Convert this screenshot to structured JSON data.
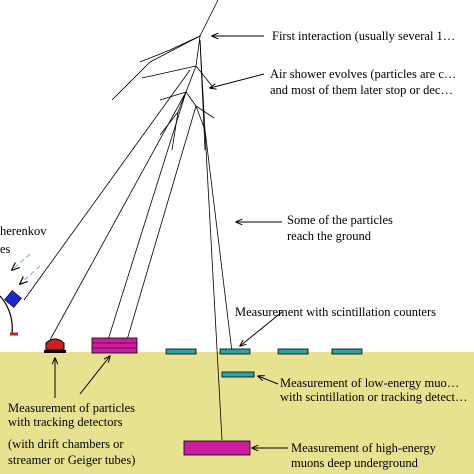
{
  "labels": {
    "first_interaction": "First interaction (usually several 1…",
    "shower_line1": "Air shower evolves (particles are c…",
    "shower_line2": "and most of them later stop or dec…",
    "reach_line1": "Some of the particles",
    "reach_line2": "reach the ground",
    "cherenkov_line1": "herenkov",
    "cherenkov_line2": "es",
    "scint_counters": "Measurement with scintillation counters",
    "low_energy_line1": "Measurement of low-energy muo…",
    "low_energy_line2": "with scintillation or tracking detect…",
    "tracking_line1": "Measurement of particles",
    "tracking_line2": "with tracking detectors",
    "tracking_line3": "(with drift chambers or",
    "tracking_line4": "streamer or Geiger tubes)",
    "high_energy_line1": "Measurement of high-energy",
    "high_energy_line2": "muons deep underground"
  },
  "colors": {
    "ground": "#e6e28f",
    "detector_magenta": "#cc1ea0",
    "scint_teal": "#2aa6a6",
    "cherenkov_blue": "#1a2acc",
    "cherenkov_red": "#cc2020",
    "light_ray": "#8fb0ff"
  }
}
